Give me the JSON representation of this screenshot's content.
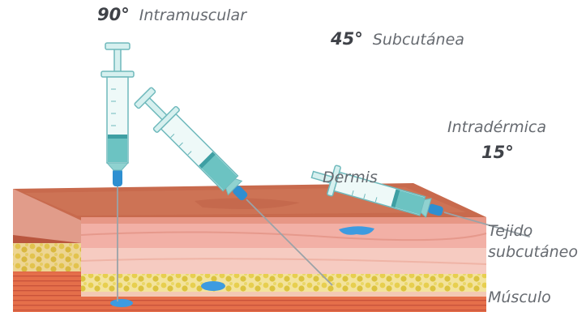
{
  "labels": {
    "intramuscular": {
      "angle": "90°",
      "name": "Intramuscular"
    },
    "subcutanea": {
      "angle": "45°",
      "name": "Subcutánea"
    },
    "intradermica": {
      "name": "Intradérmica",
      "angle": "15°"
    },
    "dermis": "Dermis",
    "tejido_line1": "Tejido",
    "tejido_line2": "subcutáneo",
    "musculo": "Músculo"
  },
  "colors": {
    "skin_top": "#c9674c",
    "dermis": "#f2b0a6",
    "subcutaneous": "#f4c6bb",
    "fat": "#e8d25a",
    "muscle": "#e36b45",
    "syringe_body": "#d6f0ef",
    "syringe_outline": "#6fb9bc",
    "syringe_fluid": "#6cc3c2",
    "needle_hub": "#2e8fd1",
    "injected_fluid": "#3d9be0",
    "label_text": "#666a70"
  },
  "icons": [
    "syringe-icon",
    "skin-layers-icon"
  ]
}
